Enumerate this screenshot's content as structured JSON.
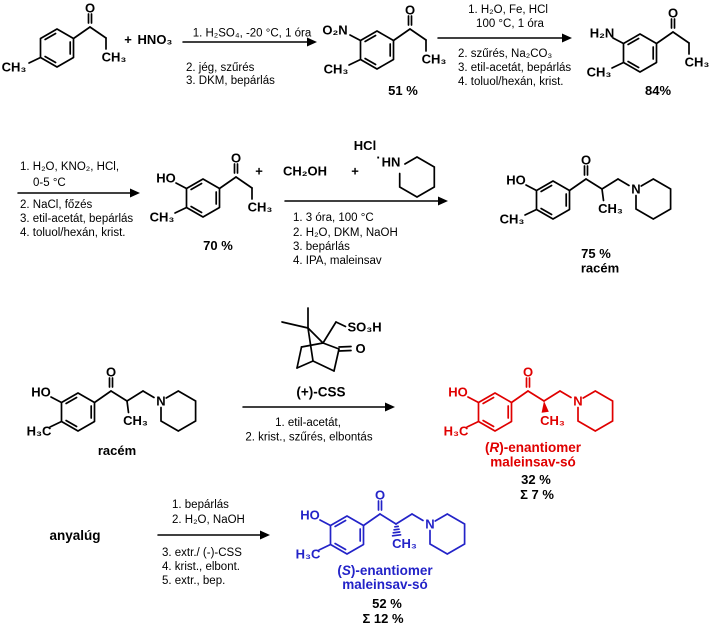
{
  "colors": {
    "red": "#e00000",
    "blue": "#2323c8",
    "black": "#000000"
  },
  "atoms": {
    "o": "O",
    "ho": "HO",
    "ch3": "CH₃",
    "h3c": "H₃C",
    "o2n": "O₂N",
    "h2n": "H₂N",
    "n": "N",
    "hn": "HN",
    "so3h": "SO₃H"
  },
  "reagents": {
    "plus": "+",
    "hno3": "HNO₃",
    "ch2oh": "CH₂OH",
    "hcl": "HCl",
    "dot": "·"
  },
  "arrows": {
    "step1": {
      "above": [
        "1. H₂SO₄, -20 °C, 1 óra"
      ],
      "below": [
        "2. jég, szűrés",
        "3. DKM, bepárlás"
      ]
    },
    "step2": {
      "above": [
        "1. H₂O, Fe, HCl",
        "100 °C, 1 óra"
      ],
      "below": [
        "2. szűrés, Na₂CO₃",
        "3. etil-acetát, bepárlás",
        "4. toluol/hexán, krist."
      ]
    },
    "step3": {
      "above": [
        "1. H₂O, KNO₂, HCl,",
        "0-5 °C"
      ],
      "below": [
        "2. NaCl, főzés",
        "3. etil-acetát, bepárlás",
        "4. toluol/hexán, krist."
      ]
    },
    "step4": {
      "below": [
        "1. 3 óra, 100 °C",
        "2. H₂O, DKM, NaOH",
        "3. bepárlás",
        "4. IPA, maleinsav"
      ]
    },
    "step5": {
      "below": [
        "1. etil-acetát,",
        "2. krist., szűrés, elbontás"
      ]
    },
    "step6": {
      "above": [
        "1. bepárlás",
        "2. H₂O, NaOH"
      ],
      "below": [
        "3. extr./ (-)-CSS",
        "4. krist., elbont.",
        "5. extr., bep."
      ]
    }
  },
  "labels": {
    "css": "(+)-CSS",
    "yield1": "51 %",
    "yield2": "84%",
    "yield3": "70 %",
    "yield4": "75 %",
    "racem": "racém",
    "anyalug": "anyalúg",
    "r_open": "(",
    "r_letter": "R",
    "r_rest": ")-enantiomer",
    "r_salt": "maleinsav-só",
    "r_yield": "32 %",
    "r_sum": "Σ 7 %",
    "s_open": "(",
    "s_letter": "S",
    "s_rest": ")-enantiomer",
    "s_salt": "maleinsav-só",
    "s_yield": "52 %",
    "s_sum": "Σ 12 %"
  }
}
